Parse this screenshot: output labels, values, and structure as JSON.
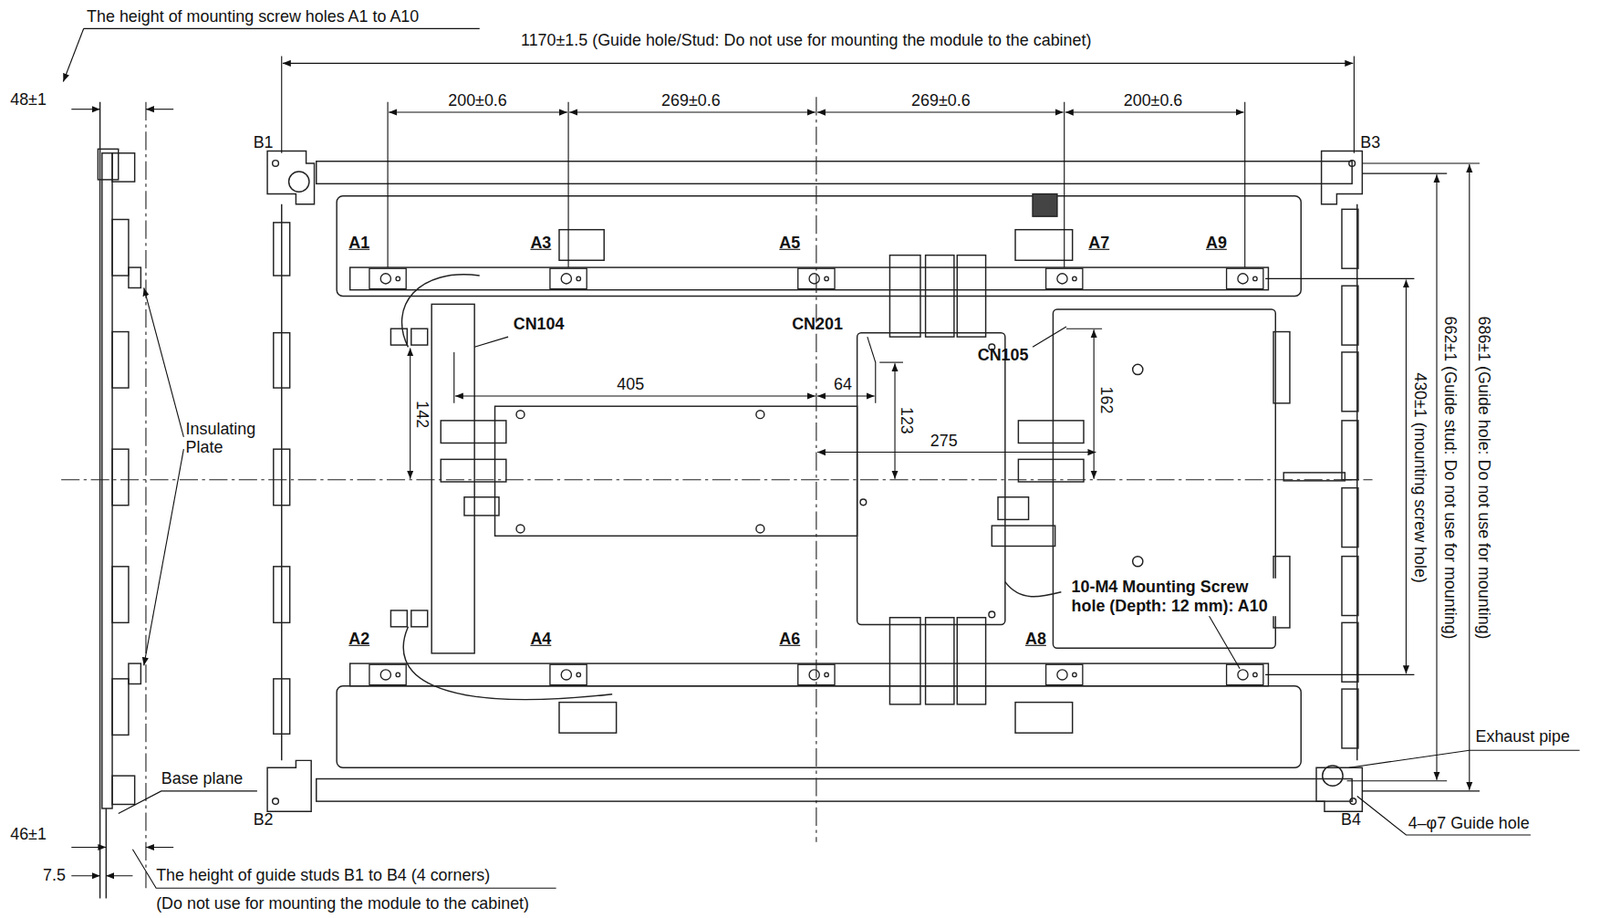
{
  "diagram": {
    "labels": [
      "The height of mounting screw holes A1 to A10",
      "1170±1.5 (Guide hole/Stud:  Do not use for mounting the module to the cabinet)",
      "48±1",
      "200±0.6",
      "269±0.6",
      "269±0.6",
      "200±0.6",
      "B1",
      "B3",
      "A1",
      "A3",
      "A5",
      "A7",
      "A9",
      "686±1 (Guide hole:  Do not use for mounting)",
      "662±1 (Guide stud:  Do not use for mounting)",
      "430±1 (mounting screw hole)",
      "CN104",
      "CN201",
      "CN105",
      "405",
      "64",
      "142",
      "123",
      "162",
      "275",
      "Insulating Plate",
      "10-M4 Mounting Screw hole (Depth: 12 mm): A10",
      "A2",
      "A4",
      "A6",
      "A8",
      "Exhaust pipe",
      "Base plane",
      "B2",
      "B4",
      "4–φ7 Guide hole",
      "46±1",
      "7.5",
      "The height of guide studs B1 to B4 (4 corners)",
      "(Do not use for mounting the module to the cabinet)"
    ]
  }
}
